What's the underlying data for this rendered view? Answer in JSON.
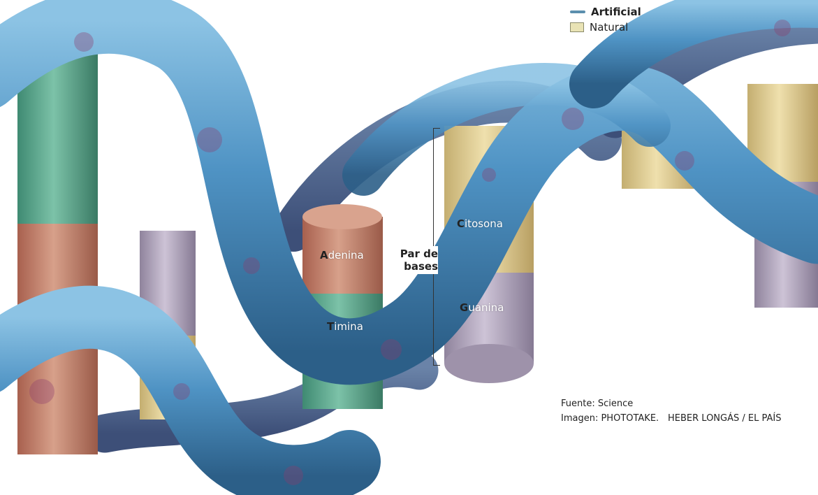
{
  "legend": {
    "artificial": "Artificial",
    "natural": "Natural"
  },
  "bases": {
    "adenina": {
      "initial": "A",
      "rest": "denina"
    },
    "timina": {
      "initial": "T",
      "rest": "imina"
    },
    "citosona": {
      "initial": "C",
      "rest": "itosona"
    },
    "guanina": {
      "initial": "G",
      "rest": "uanina"
    }
  },
  "pair_label": "Par de bases",
  "credits": {
    "source": "Fuente: Science",
    "image": "Imagen: PHOTOTAKE.",
    "author": "HEBER LONGÁS / EL PAÍS"
  },
  "colors": {
    "helix": "#4f93c4",
    "helix_dark": "#2f6e9d",
    "adenina": "#c98770",
    "timina": "#5ea88f",
    "citosona": "#e3cf93",
    "guanina": "#b3a7bd"
  }
}
